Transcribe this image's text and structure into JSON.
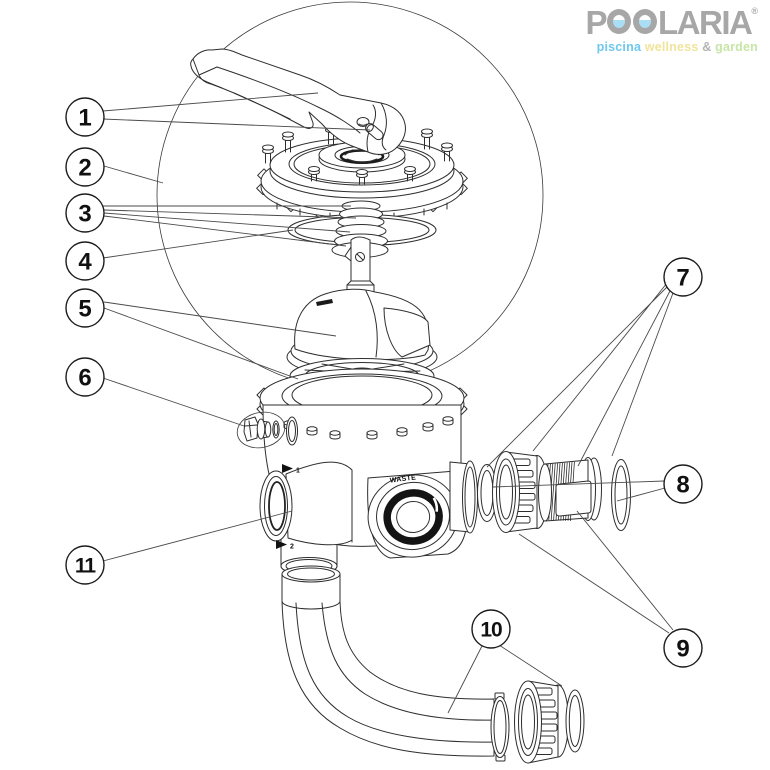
{
  "brand": {
    "name_prefix": "P",
    "name_suffix": "LARIA",
    "registered_mark": "®",
    "tagline": {
      "piscina": "piscina",
      "wellness": "wellness",
      "ampersand": "&",
      "garden": "garden"
    },
    "colors": {
      "logo_gray": "#a7a7a7",
      "water_blue": "#a9def5",
      "piscina_blue": "#6fc8ee",
      "wellness_yellow": "#f0e49c",
      "garden_green": "#c7e6a6"
    }
  },
  "diagram": {
    "type": "exploded-parts-diagram",
    "body_label": "WASTE",
    "position_marks": [
      "1",
      "2"
    ],
    "line_color": "#2e2e2e",
    "callouts": [
      {
        "label": "1"
      },
      {
        "label": "2"
      },
      {
        "label": "3"
      },
      {
        "label": "4"
      },
      {
        "label": "5"
      },
      {
        "label": "6"
      },
      {
        "label": "7"
      },
      {
        "label": "8"
      },
      {
        "label": "9"
      },
      {
        "label": "10"
      },
      {
        "label": "11"
      }
    ]
  }
}
